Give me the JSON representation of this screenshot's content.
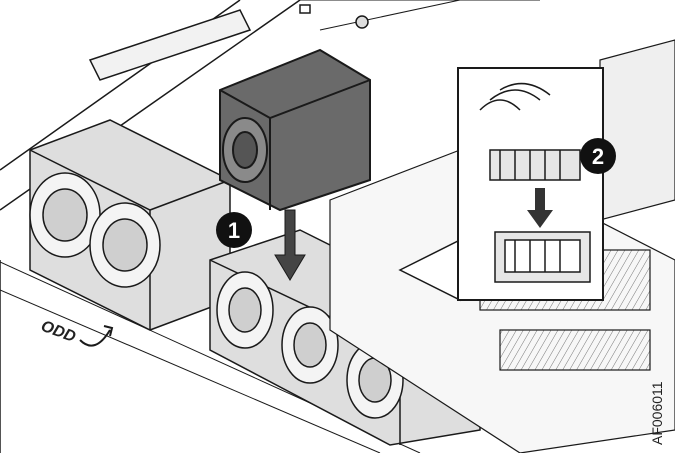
{
  "figure": {
    "odd_label": "ODD",
    "figure_code": "AF006011",
    "callouts": [
      {
        "number": "1",
        "meaning": ""
      },
      {
        "number": "2",
        "meaning": ""
      }
    ]
  },
  "colors": {
    "line": "#1a1a1a",
    "fan_housing": "#d8d8d8",
    "highlight_fan": "#6a6a6a",
    "badge": "#111111"
  },
  "icons": [
    "down-arrow-icon",
    "curved-arrow-icon",
    "callout-badge-icon"
  ]
}
